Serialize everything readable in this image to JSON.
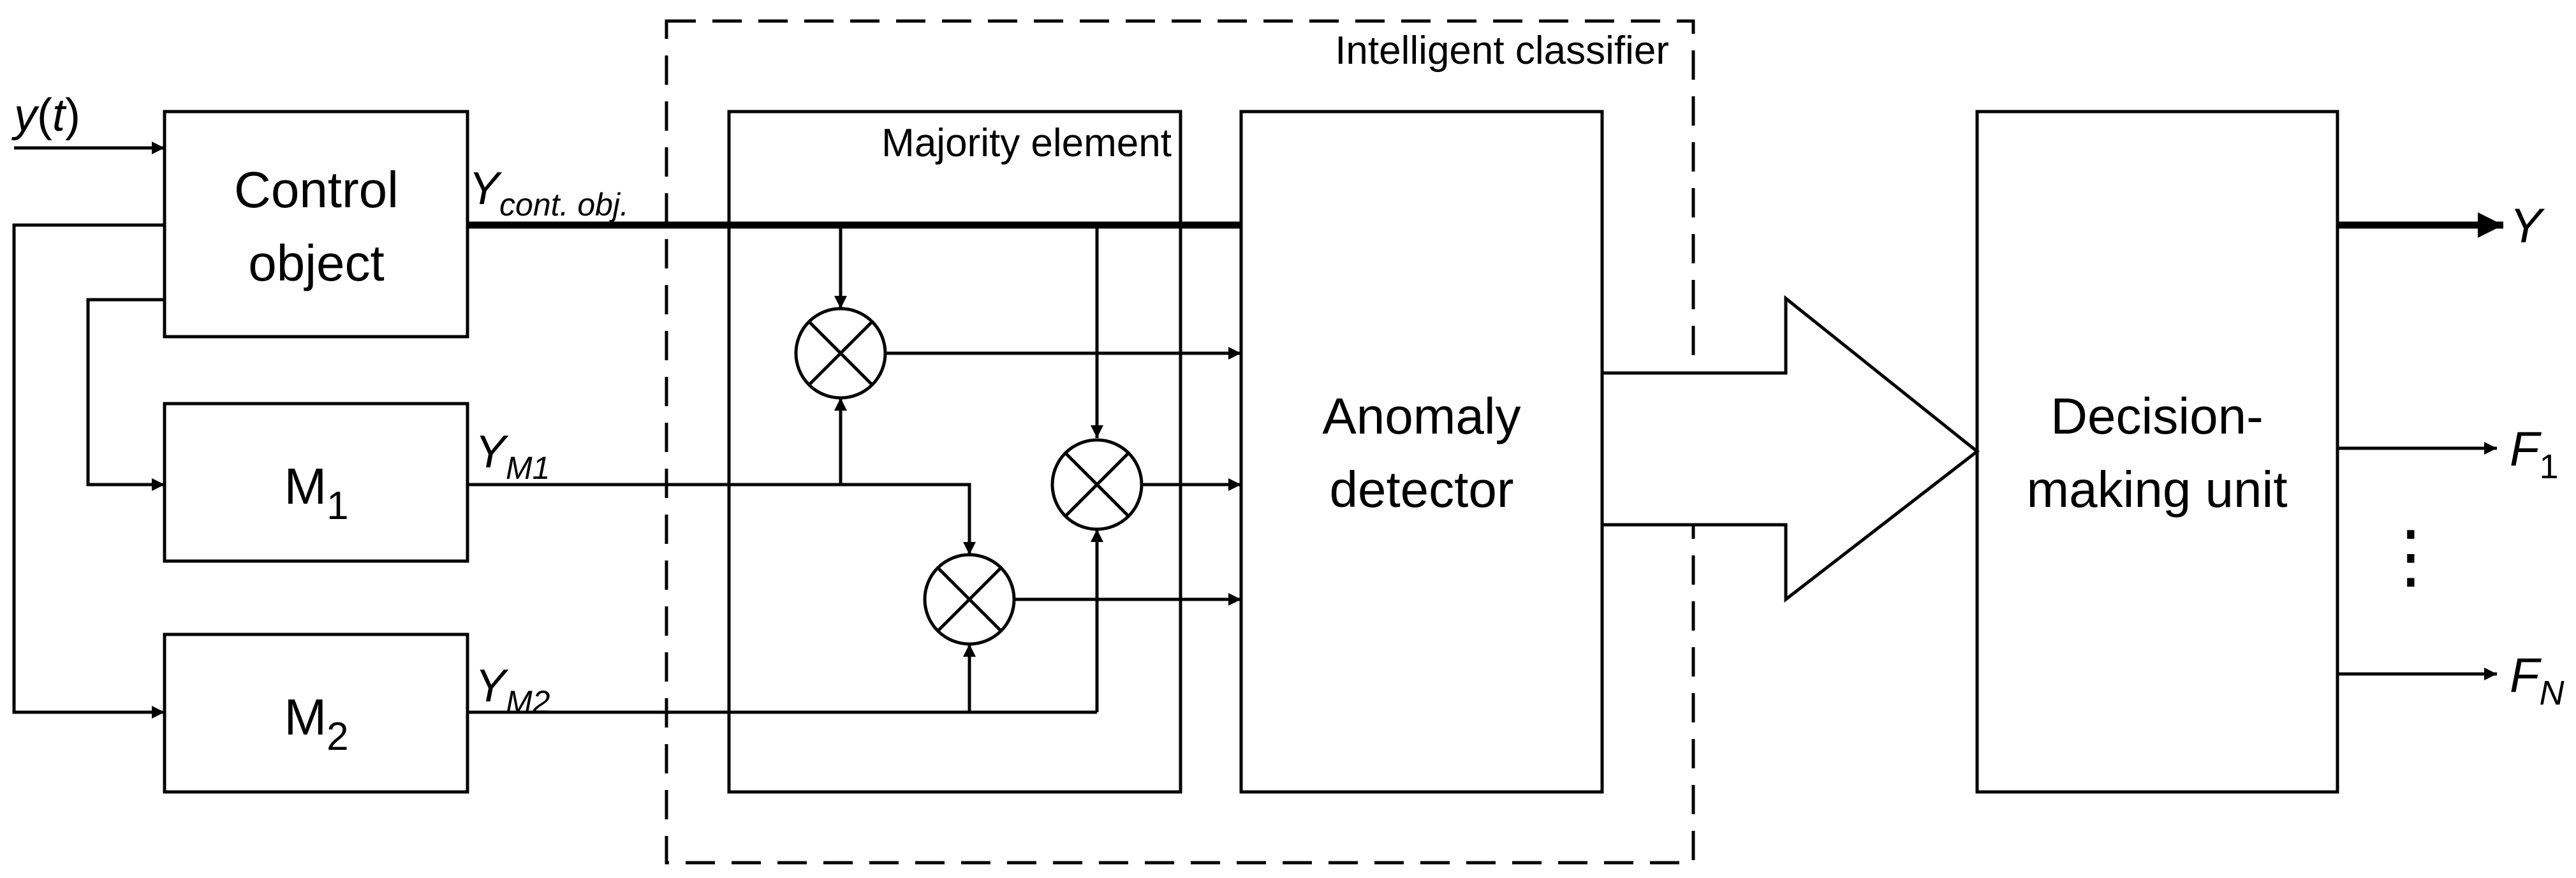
{
  "input_signal": {
    "base": "y",
    "open": "(",
    "arg": "t",
    "close": ")"
  },
  "blocks": {
    "control_object": {
      "line1": "Control",
      "line2": "object"
    },
    "model_1": {
      "base": "M",
      "sub": "1"
    },
    "model_2": {
      "base": "M",
      "sub": "2"
    },
    "anomaly_detector": {
      "line1": "Anomaly",
      "line2": "detector"
    },
    "decision_unit": {
      "line1": "Decision-",
      "line2": "making unit"
    }
  },
  "groups": {
    "intelligent_classifier": "Intelligent classifier",
    "majority_element": "Majority element"
  },
  "signals": {
    "y_cont_obj": {
      "base": "Y",
      "sub": "cont. obj."
    },
    "y_m1": {
      "base": "Y",
      "sub": "M1"
    },
    "y_m2": {
      "base": "Y",
      "sub": "M2"
    }
  },
  "outputs": {
    "y": "Y",
    "f1": {
      "base": "F",
      "sub": "1"
    },
    "fn": {
      "base": "F",
      "sub": "N"
    },
    "ellipsis": "⋮"
  },
  "colors": {
    "stroke": "#000000",
    "background": "#ffffff"
  }
}
